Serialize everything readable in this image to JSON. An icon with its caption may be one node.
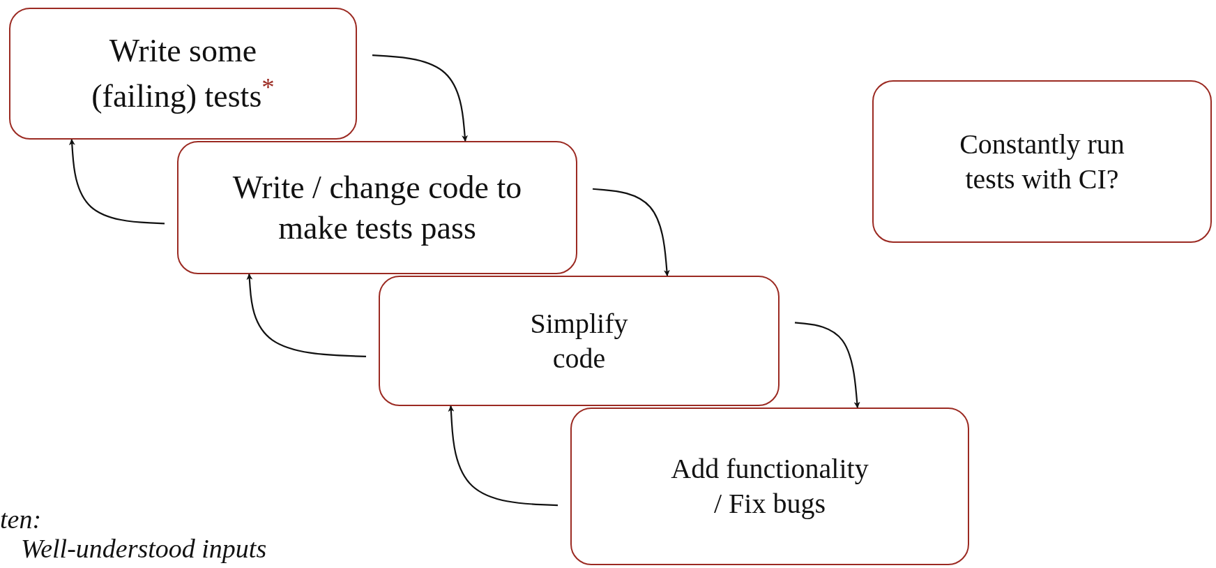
{
  "diagram": {
    "nodes": [
      {
        "text": [
          "Write some (failing) tests$^{*}$"
        ]
      },
      {
        "text": [
          "Write / change code to make tests pass"
        ]
      },
      {
        "text": [
          "Simplify code"
        ]
      },
      {
        "text": [
          "Add functionality / Fix bugs"
        ]
      },
      {
        "text": [
          "Constantly run tests with CI?"
        ]
      }
    ],
    "edges": [
      {
        "from": 0,
        "to": 1,
        "arrow": "to"
      },
      {
        "from": 1,
        "to": 2,
        "arrow": "to"
      },
      {
        "from": 2,
        "to": 3,
        "arrow": "to"
      },
      {
        "from": 1,
        "to": 0,
        "arrow": "to"
      },
      {
        "from": 2,
        "to": 1,
        "arrow": "to"
      },
      {
        "from": 3,
        "to": 2,
        "arrow": "to"
      }
    ],
    "labels": [
      "ten:",
      "Well-understood inputs"
    ]
  }
}
